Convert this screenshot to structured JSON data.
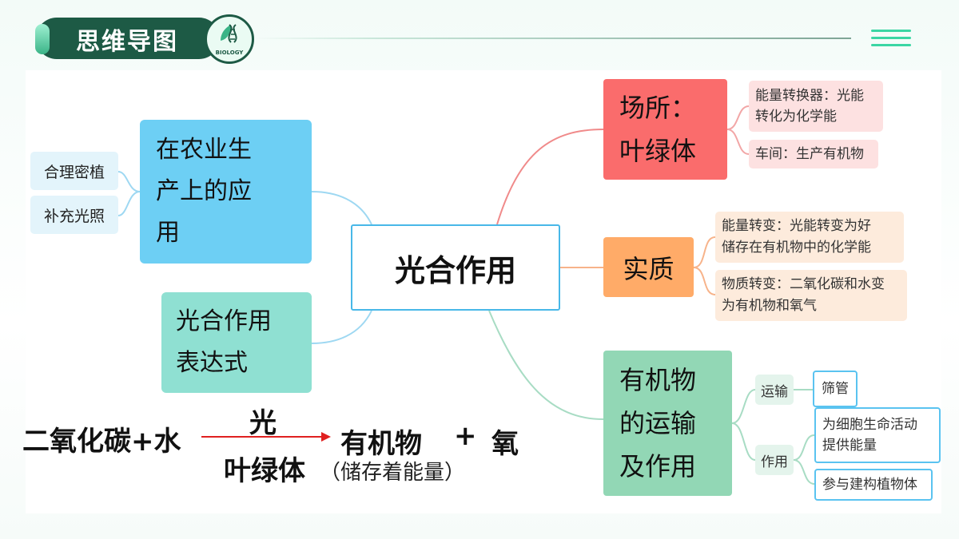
{
  "header": {
    "title": "思维导图",
    "logo_text": "BIOLOGY"
  },
  "mindmap": {
    "center": "光合作用",
    "left": {
      "application": {
        "label": "在农业生\n产上的应\n用",
        "children": [
          "合理密植",
          "补充光照"
        ]
      },
      "expression": {
        "label": "光合作用\n表达式"
      }
    },
    "right": {
      "place": {
        "label": "场所：\n叶绿体",
        "children": [
          "能量转换器：光能\n转化为化学能",
          "车间：生产有机物"
        ]
      },
      "essence": {
        "label": "实质",
        "children": [
          "能量转变：光能转变为好\n储存在有机物中的化学能",
          "物质转变：二氧化碳和水变\n为有机物和氧气"
        ]
      },
      "organic": {
        "label": "有机物\n的运输\n及作用",
        "transport": {
          "label": "运输",
          "child": "筛管"
        },
        "function": {
          "label": "作用",
          "children": [
            "为细胞生命活动\n提供能量",
            "参与建构植物体"
          ]
        }
      }
    }
  },
  "equation": {
    "reactants": "二氧化碳+水",
    "condition_top": "光",
    "condition_bottom": "叶绿体",
    "product1": "有机物",
    "plus": "+",
    "product2": "氧",
    "note": "（储存着能量）",
    "arrow_color": "#e02020"
  },
  "colors": {
    "header_bg": "#1d5a45",
    "accent": "#3bd6a4"
  }
}
